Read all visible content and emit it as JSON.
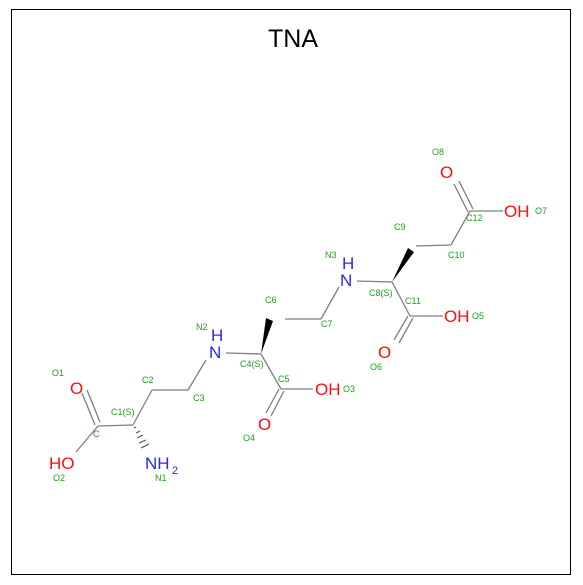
{
  "title": "TNA",
  "colors": {
    "bond": "#7f7f7f",
    "oxygen": "#ff0d0d",
    "nitrogen": "#2a2ae6",
    "label": "#1f9e1f"
  },
  "atoms": {
    "o1": "O",
    "ho_c": "HO",
    "nh2_n": "NH",
    "nh2_sub": "2",
    "n2_h": "H",
    "n2_n": "N",
    "o4": "O",
    "oh_o3": "OH",
    "n3_h": "H",
    "n3_n": "N",
    "o6": "O",
    "oh_o5": "OH",
    "o8": "O",
    "oh_o7": "OH"
  },
  "labels": {
    "O1": "O1",
    "O2": "O2",
    "C": "C",
    "C1": "C1(S)",
    "N1": "N1",
    "C2": "C2",
    "C3": "C3",
    "N2": "N2",
    "C4": "C4(S)",
    "C5": "C5",
    "O3": "O3",
    "O4": "O4",
    "C6": "C6",
    "C7": "C7",
    "N3": "N3",
    "C8": "C8(S)",
    "C11": "C11",
    "O5": "O5",
    "O6": "O6",
    "C9": "C9",
    "C10": "C10",
    "C12": "C12",
    "O7": "O7",
    "O8": "O8"
  }
}
